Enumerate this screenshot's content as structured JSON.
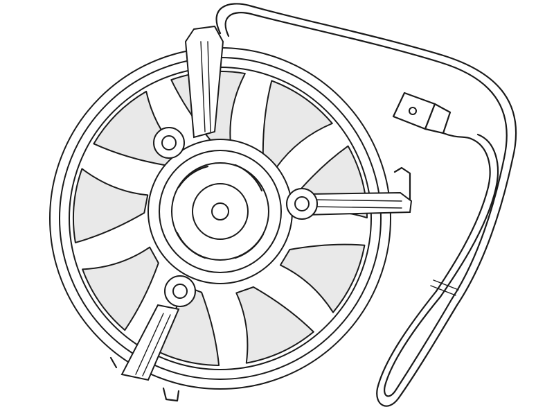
{
  "figure": {
    "subject": "radiator-fan-assembly",
    "blade_count": 9,
    "mount_arm_count": 3,
    "colors": {
      "outline": "#1a1a1a",
      "blade_fill": "#e9e9e9",
      "background": "#ffffff"
    }
  }
}
